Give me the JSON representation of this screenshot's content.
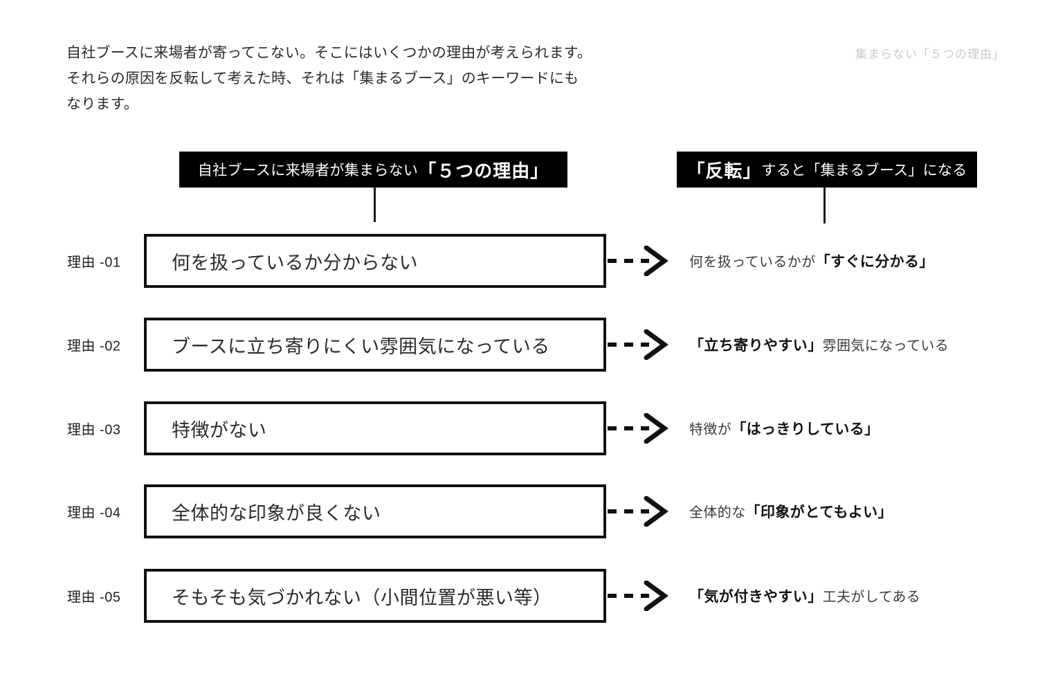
{
  "intro": {
    "line1": "自社ブースに来場者が寄ってこない。そこにはいくつかの理由が考えられます。",
    "line2": "それらの原因を反転して考えた時、それは「集まるブース」のキーワードにも",
    "line3": "なります。"
  },
  "page_label": "集まらない「５つの理由」",
  "headers": {
    "left": {
      "normal": "自社ブースに来場者が集まらない",
      "strong": "「５つの理由」"
    },
    "right": {
      "strong": "「反転」",
      "normal": "すると「集まるブース」になる"
    }
  },
  "rows": [
    {
      "label": "理由 -01",
      "reason": "何を扱っているか分からない",
      "flip_pre": "何を扱っているかが",
      "flip_strong": "「すぐに分かる」",
      "flip_post": ""
    },
    {
      "label": "理由 -02",
      "reason": "ブースに立ち寄りにくい雰囲気になっている",
      "flip_pre": "",
      "flip_strong": "「立ち寄りやすい」",
      "flip_post": "雰囲気になっている"
    },
    {
      "label": "理由 -03",
      "reason": "特徴がない",
      "flip_pre": "特徴が",
      "flip_strong": "「はっきりしている」",
      "flip_post": ""
    },
    {
      "label": "理由 -04",
      "reason": "全体的な印象が良くない",
      "flip_pre": "全体的な",
      "flip_strong": "「印象がとてもよい」",
      "flip_post": ""
    },
    {
      "label": "理由 -05",
      "reason": "そもそも気づかれない（小間位置が悪い等）",
      "flip_pre": "",
      "flip_strong": "「気が付きやすい」",
      "flip_post": "工夫がしてある"
    }
  ],
  "colors": {
    "background": "#ffffff",
    "ink": "#111111",
    "bar_fill": "#000000",
    "bar_text": "#ffffff",
    "muted_label": "#c9c9c9"
  },
  "layout": {
    "row_tops": [
      338,
      459,
      580,
      700,
      822
    ]
  }
}
